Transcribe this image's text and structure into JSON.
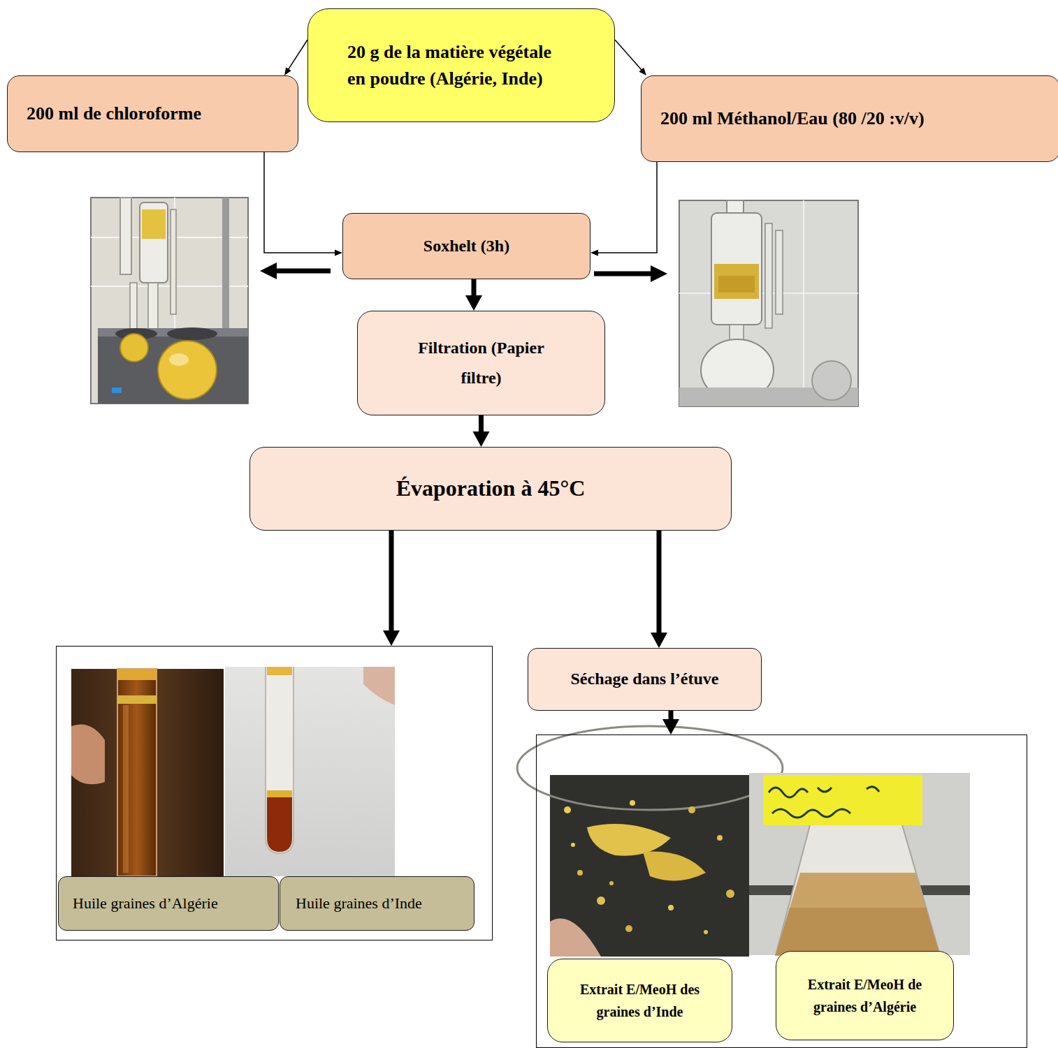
{
  "diagram": {
    "nodes": [
      {
        "text": [
          "20 g de la matière végétale en poudre (Algérie, Inde)"
        ]
      },
      {
        "text": [
          "200 ml de chloroforme"
        ]
      },
      {
        "text": [
          "200 ml Méthanol/Eau (80 /20 :v/v)"
        ]
      },
      {
        "text": [
          "Soxhelt (3h)"
        ]
      },
      {
        "text": [
          "Filtration (Papier filtre)"
        ]
      },
      {
        "text": [
          "Évaporation à 45°C"
        ]
      },
      {
        "text": []
      },
      {
        "text": [
          "Huile graines d’Algérie"
        ],
        "in": 6
      },
      {
        "text": [
          "Huile graines d’Inde"
        ],
        "in": 6
      },
      {
        "text": [
          "Séchage dans l’étuve"
        ]
      },
      {
        "text": []
      },
      {
        "text": [
          "Extrait E/MeoH des graines d’Inde"
        ],
        "in": 10
      },
      {
        "text": [
          "Extrait E/MeoH de graines d’Algérie"
        ],
        "in": 10
      }
    ],
    "edges": [
      {
        "from": 0,
        "to": 1,
        "arrow": "to"
      },
      {
        "from": 0,
        "to": 2,
        "arrow": "to"
      },
      {
        "from": 1,
        "to": 3,
        "arrow": "to"
      },
      {
        "from": 2,
        "to": 3,
        "arrow": "to"
      },
      {
        "from": 3,
        "to": 4,
        "arrow": "to"
      },
      {
        "from": 4,
        "to": 5,
        "arrow": "to"
      },
      {
        "from": 5,
        "to": 6,
        "arrow": "to"
      },
      {
        "from": 5,
        "to": 9,
        "arrow": "to"
      },
      {
        "from": 9,
        "to": 10,
        "arrow": "to"
      }
    ]
  }
}
